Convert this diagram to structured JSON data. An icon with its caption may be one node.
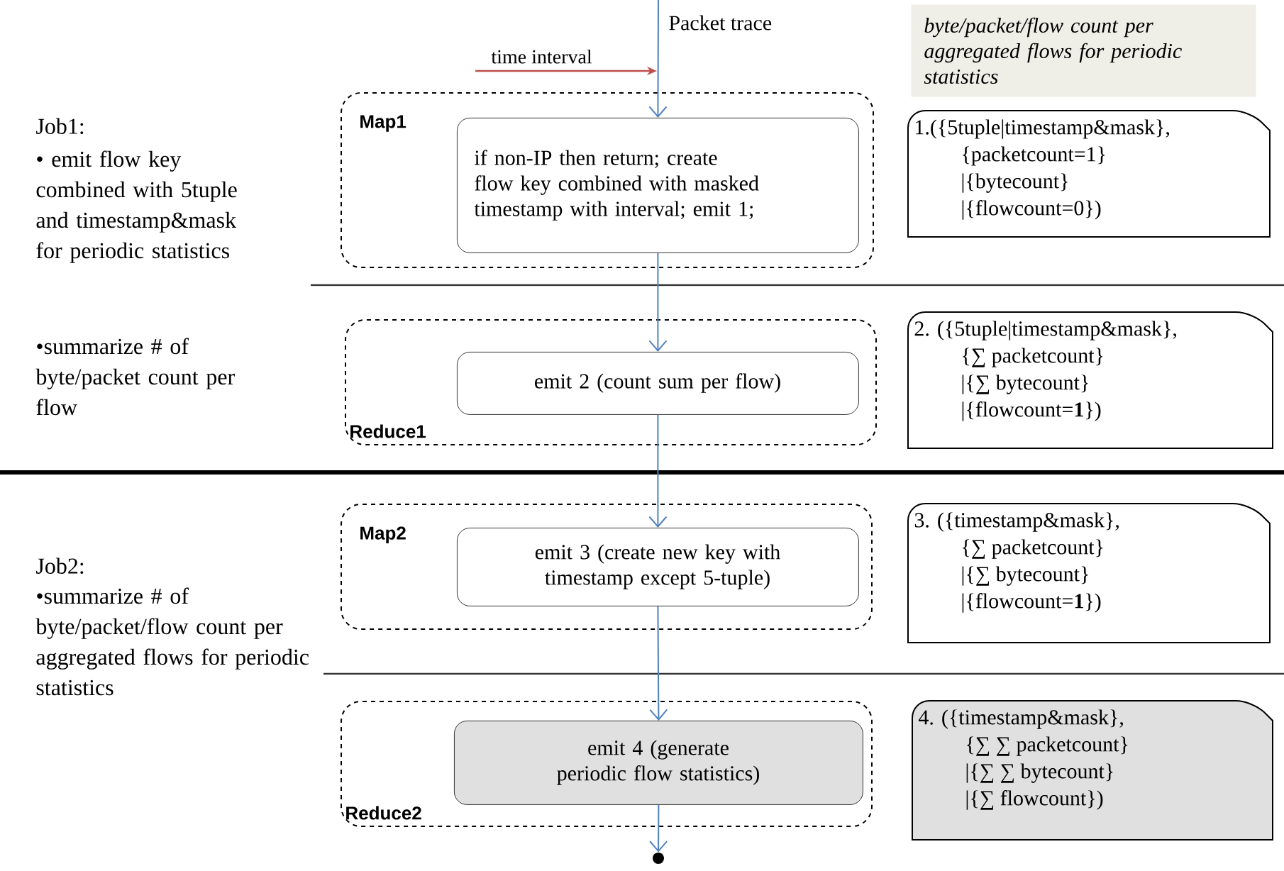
{
  "diagram": {
    "nodes": [
      {
        "text": [
          "Map1"
        ]
      },
      {
        "text": [
          "if non-IP then return; create flow key combined with masked timestamp with interval; emit 1;"
        ],
        "in": 0
      },
      {
        "text": [
          "Reduce1"
        ]
      },
      {
        "text": [
          "emit 2 (count sum per flow)"
        ],
        "in": 2
      },
      {
        "text": [
          "Map2"
        ]
      },
      {
        "text": [
          "emit 3 (create new key with timestamp except 5-tuple)"
        ],
        "in": 4
      },
      {
        "text": [
          "Reduce2"
        ]
      },
      {
        "text": [
          "emit 4 (generate periodic flow statistics)"
        ],
        "in": 6
      },
      {
        "text": [],
        "shape": "circle"
      },
      {
        "text": [
          "1.({5tuple|timestamp&mask},",
          "{packetcount=1}",
          "|{bytecount}",
          "|{flowcount=0})"
        ]
      },
      {
        "text": [
          "2. ({5tuple|timestamp&mask},",
          "{∑ packetcount}",
          "|{∑ bytecount}",
          "|{flowcount=**1**})"
        ]
      },
      {
        "text": [
          "3. ({timestamp&mask},",
          "{∑ packetcount}",
          "|{∑ bytecount}",
          "|{flowcount=**1**})"
        ]
      },
      {
        "text": [
          "4. ({timestamp&mask},",
          "{∑ ∑ packetcount}",
          "|{∑ ∑ bytecount}",
          "|{∑ flowcount})"
        ]
      },
      {
        "text": [
          "byte/packet/flow count per aggregated flows for periodic statistics"
        ]
      }
    ],
    "edges": [
      {
        "from": null,
        "to": 1,
        "arrow": "to",
        "label": "Packet trace"
      },
      {
        "from": 1,
        "to": 3,
        "arrow": "to"
      },
      {
        "from": 3,
        "to": 5,
        "arrow": "to"
      },
      {
        "from": 5,
        "to": 7,
        "arrow": "to"
      },
      {
        "from": 7,
        "to": 8,
        "arrow": "to"
      }
    ],
    "labels": [
      "time interval",
      "Job1:",
      "• emit flow key combined with 5tuple and timestamp&mask for periodic statistics",
      "•summarize # of byte/packet count per flow",
      "Job2:",
      "•summarize # of byte/packet/flow count per aggregated flows for periodic statistics"
    ]
  }
}
